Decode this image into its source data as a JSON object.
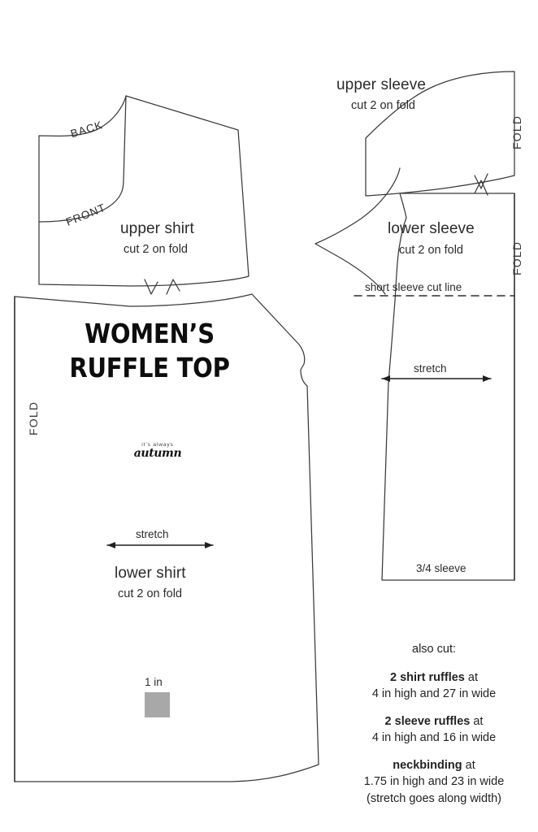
{
  "document": {
    "title_line1": "WOMEN’S",
    "title_line2": "RUFFLE TOP"
  },
  "logo": {
    "tagline": "it’s always",
    "brand": "autumn"
  },
  "pieces": {
    "upper_shirt": {
      "name": "upper shirt",
      "cut": "cut 2 on fold",
      "back_label": "BACK",
      "front_label": "FRONT"
    },
    "lower_shirt": {
      "name": "lower shirt",
      "cut": "cut 2 on fold",
      "stretch": "stretch",
      "fold": "FOLD"
    },
    "upper_sleeve": {
      "name": "upper sleeve",
      "cut": "cut 2 on fold",
      "fold": "FOLD"
    },
    "lower_sleeve": {
      "name": "lower sleeve",
      "cut": "cut 2 on fold",
      "fold": "FOLD",
      "cut_line": "short sleeve cut line",
      "stretch": "stretch",
      "length_label": "3/4 sleeve"
    }
  },
  "scale": {
    "label": "1 in",
    "color": "#a8a8a8"
  },
  "also_cut": {
    "heading": "also cut:",
    "items": [
      {
        "qty": "2 shirt ruffles",
        "at": " at",
        "dims": "4 in high and 27 in wide"
      },
      {
        "qty": "2 sleeve ruffles",
        "at": " at",
        "dims": "4 in high and 16 in wide"
      },
      {
        "qty": "neckbinding",
        "at": " at",
        "dims": "1.75 in high and 23 in wide",
        "note": "(stretch goes along width)"
      }
    ]
  },
  "colors": {
    "line": "#3a3a3a",
    "text": "#222222",
    "background": "#ffffff"
  }
}
